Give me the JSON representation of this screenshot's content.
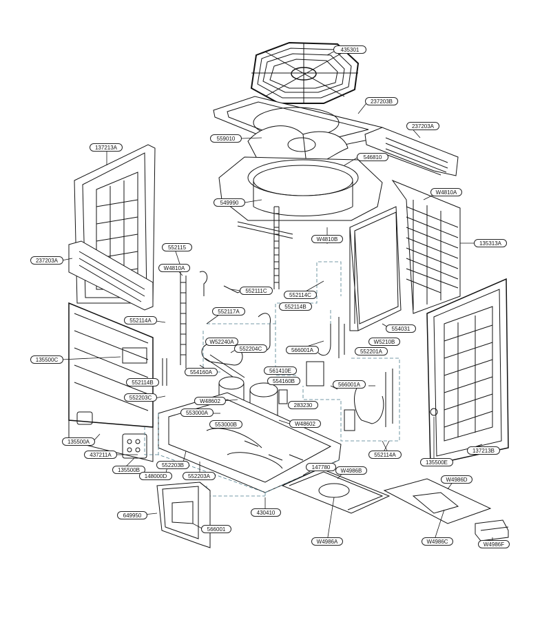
{
  "labels": {
    "l435301": "435301",
    "l237203b": "237203B",
    "l237203a_top": "237203A",
    "l137213a": "137213A",
    "l559010": "559010",
    "l546810": "546810",
    "l549990": "549990",
    "w4810a_right": "W4810A",
    "w4810b": "W4810B",
    "l135313a": "135313A",
    "l237203a_left": "237203A",
    "l552115": "552115",
    "w4810a_left": "W4810A",
    "l552111c": "552111C",
    "l552114c": "552114C",
    "l552114b_top": "552114B",
    "l552117a": "552117A",
    "l552114a_left": "552114A",
    "l554031": "554031",
    "w52240a": "W52240A",
    "l552204c": "552204C",
    "l566001a_top": "566001A",
    "w5210b": "W5210B",
    "l552201a": "552201A",
    "l135500c": "135500C",
    "l554160a": "554160A",
    "l561410e": "561410E",
    "l554160b": "554160B",
    "l552114b_left": "552114B",
    "l566001a_mid": "566001A",
    "l552203c": "552203C",
    "w48602_left": "W48602",
    "l283230": "283230",
    "l553000a": "553000A",
    "l553000b": "553000B",
    "w48602_right": "W48602",
    "l135500a": "135500A",
    "l437211a": "437211A",
    "l552114a_right": "552114A",
    "l135500e": "135500E",
    "l137213b": "137213B",
    "l135500b": "135500B",
    "l552203b": "552203B",
    "l147780": "147780",
    "w4986b": "W4986B",
    "l148000d": "148000D",
    "l552203a": "552203A",
    "w4986d": "W4986D",
    "l430410": "430410",
    "l649950": "649950",
    "l566001": "566001",
    "w4986a": "W4986A",
    "w4986c": "W4986C",
    "w4986f": "W4986F"
  }
}
